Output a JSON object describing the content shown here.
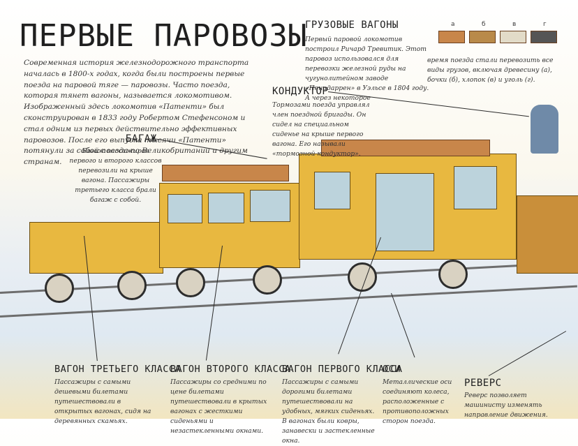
{
  "title": "ПЕРВЫЕ ПАРОВОЗЫ",
  "intro": "Современная история железнодорожного транспорта началась в 1800-х годах, когда были построены первые поезда на паровой тяге — паровозы. Часто поезда, которая тянет вагоны, называется локомотивом. Изображенный здесь локомотив «Патенти» был сконструирован в 1833 году Робертом Стефенсоном и стал одним из первых действительно эффективных паровозов. После его выпуска тысячи «Патенти» потянули за собой поезда по Великобритании и другим странам.",
  "freight": {
    "heading": "ГРУЗОВЫЕ ВАГОНЫ",
    "text": "Первый паровой локомотив построил Ричард Тревитик. Этот паровоз использовался для перевозки железной руды на чугунолитейном заводе «Пенидаррен» в Уэльсе в 1804 году. А через некоторое",
    "legend": "время поезда стали перевозить все виды грузов, включая древесину (а), бочки (б), хлопок (в) и уголь (г).",
    "wagon_labels": [
      "а",
      "б",
      "в",
      "г"
    ]
  },
  "conductor": {
    "heading": "КОНДУКТОР",
    "text": "Тормозами поезда управлял член поездной бригады. Он сидел на специальном сиденье на крыше первого вагона. Его называли «тормозной кондуктор»."
  },
  "baggage": {
    "heading": "БАГАЖ",
    "text": "Багаж пассажиров первого и второго классов перевозили на крыше вагона. Пассажиры третьего класса брали багаж с собой."
  },
  "third_class": {
    "heading": "ВАГОН ТРЕТЬЕГО КЛАССА",
    "text": "Пассажиры с самыми дешевыми билетами путешествовали в открытых вагонах, сидя на деревянных скамьях."
  },
  "second_class": {
    "heading": "ВАГОН ВТОРОГО КЛАССА",
    "text": "Пассажиры со средними по цене билетами путешествовали в крытых вагонах с жесткими сиденьями и незастекленными окнами."
  },
  "first_class": {
    "heading": "ВАГОН ПЕРВОГО КЛАССА",
    "text": "Пассажиры с самыми дорогими билетами путешествовали на удобных, мягких сиденьях. В вагонах были ковры, занавески и застекленные окна."
  },
  "axles": {
    "heading": "ОСИ",
    "text": "Металлические оси соединяют колеса, расположенные с противоположных сторон поезда."
  },
  "reverse": {
    "heading": "РЕВЕРС",
    "text": "Реверс позволяет машинисту изменять направление движения."
  },
  "colors": {
    "car_yellow": "#e8b840",
    "outline_brown": "#6b4e14",
    "window_blue": "#bcd3dc",
    "sky_blue": "#dfe9f2",
    "ground_sand": "#f2e6c0"
  },
  "icons": [
    "train-illustration",
    "freight-wagons-icon",
    "conductor-figure",
    "luggage-pile",
    "locomotive-front"
  ]
}
